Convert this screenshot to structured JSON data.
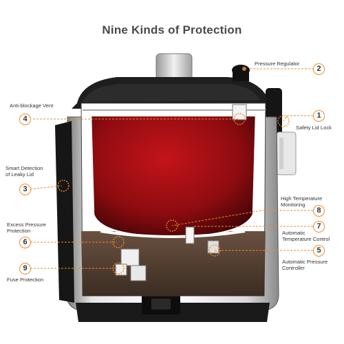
{
  "title": "Nine Kinds of Protection",
  "colors": {
    "accent": "#f08a2c",
    "inner_pot": "#8b0d0d",
    "body_dark": "#1c1c1c",
    "steel": "#c9c9c9"
  },
  "labels": {
    "pressure_regulator": {
      "number": "2",
      "text": "Pressure Regulator"
    },
    "safety_lid_lock": {
      "number": "1",
      "text": "Safety Lid Lock"
    },
    "anti_blockage_vent": {
      "number": "4",
      "text": "Anti-blockage Vent"
    },
    "leaky_lid": {
      "number": "3",
      "line1": "Smart Detection",
      "line2": "of Leaky Lid"
    },
    "high_temp": {
      "number": "8",
      "line1": "High Temperature",
      "line2": "Monitoring"
    },
    "excess_pressure": {
      "number": "6",
      "line1": "Excess Pressure",
      "line2": "Protection"
    },
    "auto_temp": {
      "number": "7",
      "line1": "Automatic",
      "line2": "Temperature Control"
    },
    "auto_pressure": {
      "number": "5",
      "line1": "Automatic Pressure",
      "line2": "Controller"
    },
    "fuse": {
      "number": "9",
      "text": "Fuse Protection"
    }
  }
}
